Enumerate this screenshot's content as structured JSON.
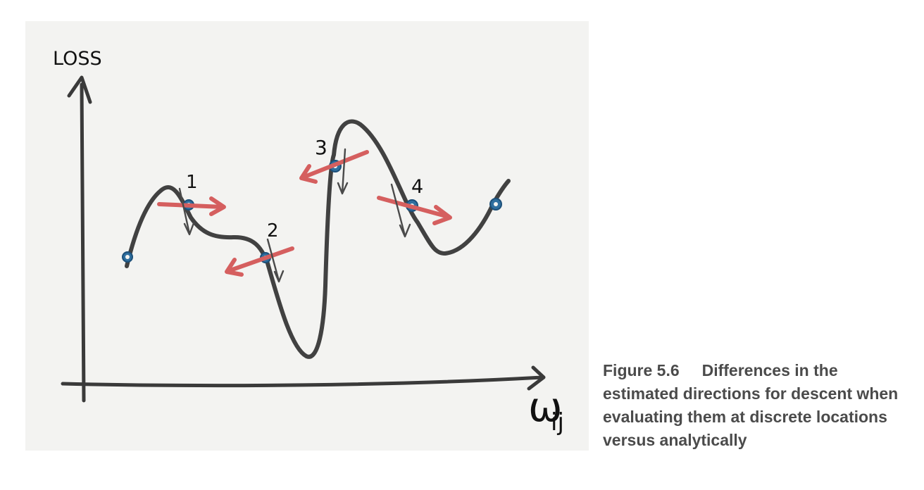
{
  "figure": {
    "y_axis_label": "LOSS",
    "x_axis_label": "ω",
    "x_axis_subscript": "ij",
    "points": [
      {
        "label": "1"
      },
      {
        "label": "2"
      },
      {
        "label": "3"
      },
      {
        "label": "4"
      }
    ],
    "colors": {
      "curve": "#414141",
      "marker": "#2f6f9f",
      "red_arrow": "#d55f5f",
      "gray_arrow": "#4a4a4a",
      "caption": "#4b4b4b",
      "panel_background": "#f3f3f1"
    }
  },
  "caption": {
    "title": "Figure 5.6",
    "text": "Differences in the estimated directions for descent when evaluating them at discrete locations versus analytically"
  }
}
